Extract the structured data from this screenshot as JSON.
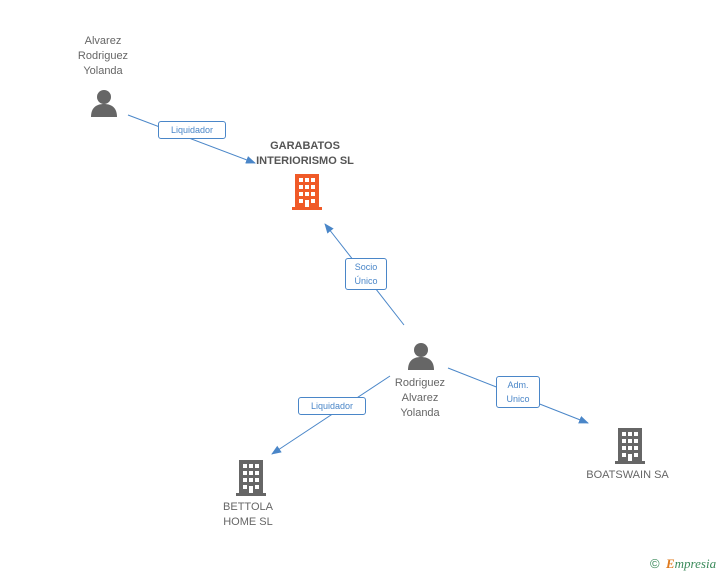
{
  "nodes": {
    "person_top": {
      "label": "Alvarez\nRodriguez\nYolanda",
      "kind": "person"
    },
    "company_main": {
      "label": "GARABATOS\nINTERIORISMO SL",
      "kind": "company-highlight"
    },
    "person_center": {
      "label": "Rodriguez\nAlvarez\nYolanda",
      "kind": "person"
    },
    "company_bettola": {
      "label": "BETTOLA\nHOME SL",
      "kind": "company"
    },
    "company_boatswain": {
      "label": "BOATSWAIN SA",
      "kind": "company"
    }
  },
  "edges": {
    "liquidador_top": {
      "label": "Liquidador"
    },
    "socio_unico": {
      "label": "Socio\nÚnico"
    },
    "liquidador_bettola": {
      "label": "Liquidador"
    },
    "adm_unico": {
      "label": "Adm.\nUnico"
    }
  },
  "colors": {
    "edge": "#4a86c8",
    "person_icon": "#666666",
    "company_icon": "#666666",
    "company_highlight": "#f05a28"
  },
  "footer": {
    "copyright": "©",
    "brand_initial": "E",
    "brand_rest": "mpresia"
  }
}
